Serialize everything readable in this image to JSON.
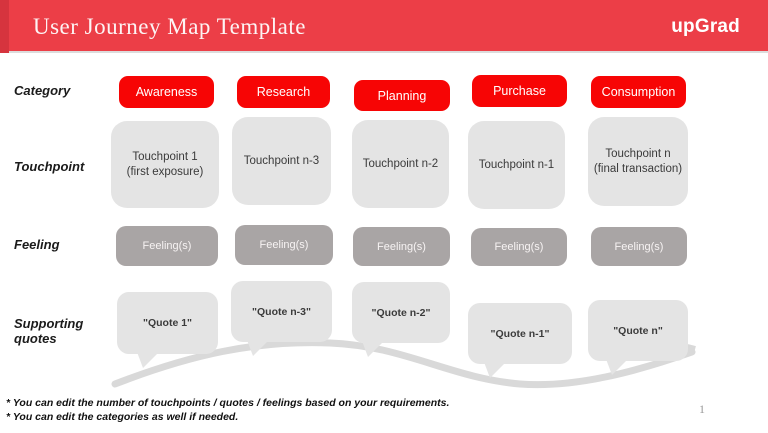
{
  "header": {
    "title": "User Journey Map Template",
    "brand": "upGrad"
  },
  "rows": {
    "category_label": "Category",
    "touchpoint_label": "Touchpoint",
    "feeling_label": "Feeling",
    "quotes_label": "Supporting quotes"
  },
  "stages": [
    {
      "category": "Awareness",
      "touchpoint": "Touchpoint 1",
      "touchpoint_sub": "(first exposure)",
      "feeling": "Feeling(s)",
      "quote": "\"Quote 1\""
    },
    {
      "category": "Research",
      "touchpoint": "Touchpoint n-3",
      "touchpoint_sub": "",
      "feeling": "Feeling(s)",
      "quote": "\"Quote n-3\""
    },
    {
      "category": "Planning",
      "touchpoint": "Touchpoint n-2",
      "touchpoint_sub": "",
      "feeling": "Feeling(s)",
      "quote": "\"Quote n-2\""
    },
    {
      "category": "Purchase",
      "touchpoint": "Touchpoint n-1",
      "touchpoint_sub": "",
      "feeling": "Feeling(s)",
      "quote": "\"Quote n-1\""
    },
    {
      "category": "Consumption",
      "touchpoint": "Touchpoint n",
      "touchpoint_sub": "(final transaction)",
      "feeling": "Feeling(s)",
      "quote": "\"Quote n\""
    }
  ],
  "footer": {
    "note1": "* You can edit the number of touchpoints / quotes / feelings based on your requirements.",
    "note2": "* You can edit the categories as well if needed.",
    "page_number": "1"
  },
  "colors": {
    "header_red": "#EC3E47",
    "header_accent_red": "#D6343E",
    "button_red": "#F70505",
    "box_light_gray": "#E4E4E4",
    "box_dark_gray": "#A9A5A5",
    "wave_gray": "#D9D9D9"
  }
}
